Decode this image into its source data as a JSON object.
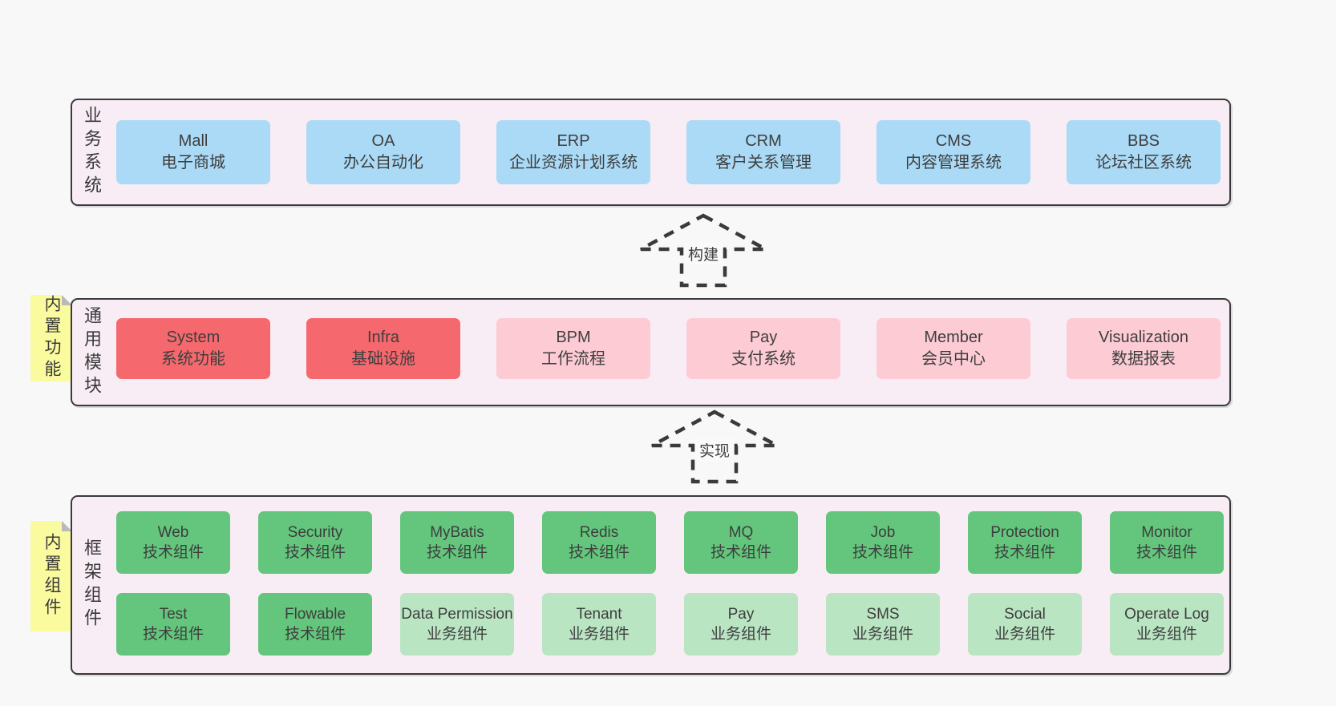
{
  "colors": {
    "page_bg": "#f8f8f8",
    "container_bg": "#f8edf5",
    "container_border": "#3a3a3a",
    "box_blue": "#aadaf6",
    "box_red": "#f5696e",
    "box_pink": "#fccbd4",
    "box_green": "#63c67c",
    "box_light_green": "#bae5c3",
    "tab_yellow": "#fafa9e",
    "text": "#3e3e3e"
  },
  "arrows": [
    {
      "label": "构建"
    },
    {
      "label": "实现"
    }
  ],
  "sections": {
    "business": {
      "side_label": "业务系统",
      "boxes": [
        {
          "title": "Mall",
          "subtitle": "电子商城"
        },
        {
          "title": "OA",
          "subtitle": "办公自动化"
        },
        {
          "title": "ERP",
          "subtitle": "企业资源计划系统"
        },
        {
          "title": "CRM",
          "subtitle": "客户关系管理"
        },
        {
          "title": "CMS",
          "subtitle": "内容管理系统"
        },
        {
          "title": "BBS",
          "subtitle": "论坛社区系统"
        }
      ]
    },
    "modules": {
      "side_label": "通用模块",
      "tab_label": "内置功能",
      "boxes": [
        {
          "title": "System",
          "subtitle": "系统功能"
        },
        {
          "title": "Infra",
          "subtitle": "基础设施"
        },
        {
          "title": "BPM",
          "subtitle": "工作流程"
        },
        {
          "title": "Pay",
          "subtitle": "支付系统"
        },
        {
          "title": "Member",
          "subtitle": "会员中心"
        },
        {
          "title": "Visualization",
          "subtitle": "数据报表"
        }
      ]
    },
    "components": {
      "side_label": "框架组件",
      "tab_label": "内置组件",
      "row1": [
        {
          "title": "Web",
          "subtitle": "技术组件"
        },
        {
          "title": "Security",
          "subtitle": "技术组件"
        },
        {
          "title": "MyBatis",
          "subtitle": "技术组件"
        },
        {
          "title": "Redis",
          "subtitle": "技术组件"
        },
        {
          "title": "MQ",
          "subtitle": "技术组件"
        },
        {
          "title": "Job",
          "subtitle": "技术组件"
        },
        {
          "title": "Protection",
          "subtitle": "技术组件"
        },
        {
          "title": "Monitor",
          "subtitle": "技术组件"
        }
      ],
      "row2": [
        {
          "title": "Test",
          "subtitle": "技术组件"
        },
        {
          "title": "Flowable",
          "subtitle": "技术组件"
        },
        {
          "title": "Data Permission",
          "subtitle": "业务组件"
        },
        {
          "title": "Tenant",
          "subtitle": "业务组件"
        },
        {
          "title": "Pay",
          "subtitle": "业务组件"
        },
        {
          "title": "SMS",
          "subtitle": "业务组件"
        },
        {
          "title": "Social",
          "subtitle": "业务组件"
        },
        {
          "title": "Operate Log",
          "subtitle": "业务组件"
        }
      ]
    }
  }
}
